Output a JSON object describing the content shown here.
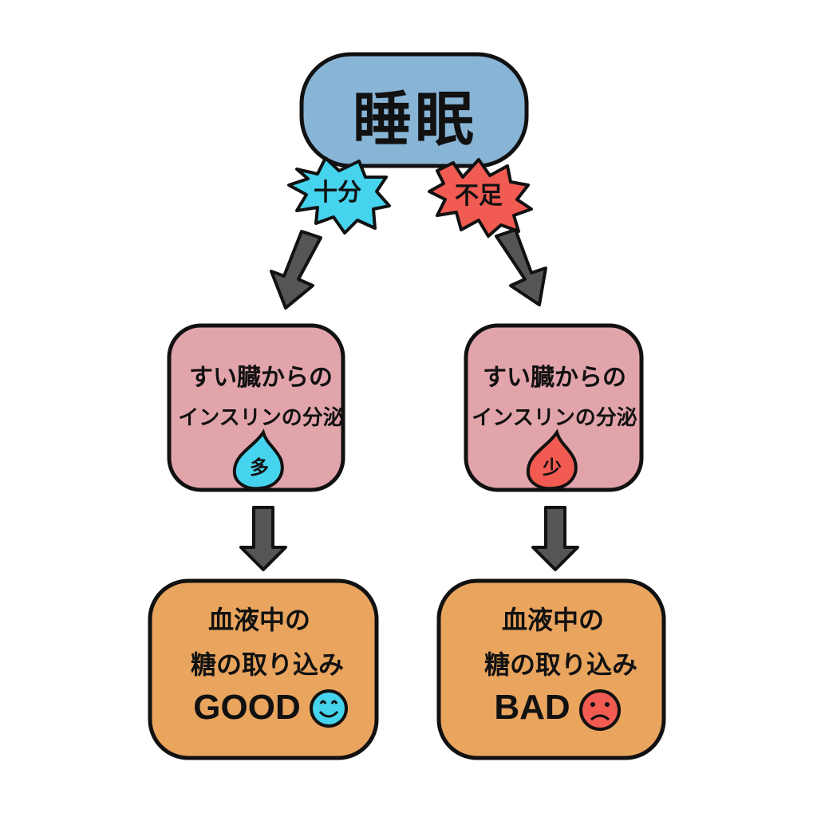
{
  "title": "睡眠",
  "branches": {
    "left": {
      "badge": "十分",
      "color": "#46D3EE"
    },
    "right": {
      "badge": "不足",
      "color": "#F25B52"
    }
  },
  "middle": {
    "left": {
      "line1": "すい臓からの",
      "line2": "インスリンの分泌",
      "drop": "多"
    },
    "right": {
      "line1": "すい臓からの",
      "line2": "インスリンの分泌",
      "drop": "少"
    }
  },
  "bottom": {
    "left": {
      "line1": "血液中の",
      "line2": "糖の取り込み",
      "verdict": "GOOD",
      "face": "smile-icon"
    },
    "right": {
      "line1": "血液中の",
      "line2": "糖の取り込み",
      "verdict": "BAD",
      "face": "frown-icon"
    }
  },
  "colors": {
    "top_box": "#88B4D6",
    "middle_box": "#E2A4AB",
    "bottom_box": "#E9A45E",
    "arrow": "#555555",
    "outline": "#111111"
  }
}
